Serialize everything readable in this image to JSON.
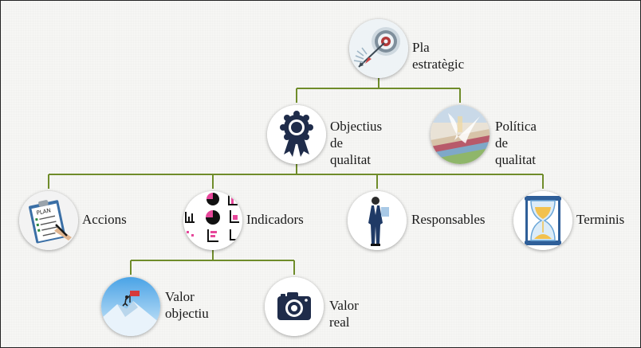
{
  "colors": {
    "connector": "#6f8c2a",
    "frame_border": "#222222",
    "background": "#f6f6f4"
  },
  "nodes": {
    "pla_estrategic": {
      "label": "Pla estratègic",
      "icon": "target-arrow-icon"
    },
    "objectius_qualitat": {
      "label": "Objectius de\nqualitat",
      "icon": "award-ribbon-icon"
    },
    "politica_qualitat": {
      "label": "Política de\nqualitat",
      "icon": "documents-icon"
    },
    "accions": {
      "label": "Accions",
      "icon": "clipboard-plan-icon"
    },
    "indicadors": {
      "label": "Indicadors",
      "icon": "charts-icon"
    },
    "responsables": {
      "label": "Responsables",
      "icon": "businessman-icon"
    },
    "terminis": {
      "label": "Terminis",
      "icon": "hourglass-icon"
    },
    "valor_objectiu": {
      "label": "Valor\nobjectiu",
      "icon": "mountain-goal-icon"
    },
    "valor_real": {
      "label": "Valor real",
      "icon": "camera-icon"
    }
  }
}
